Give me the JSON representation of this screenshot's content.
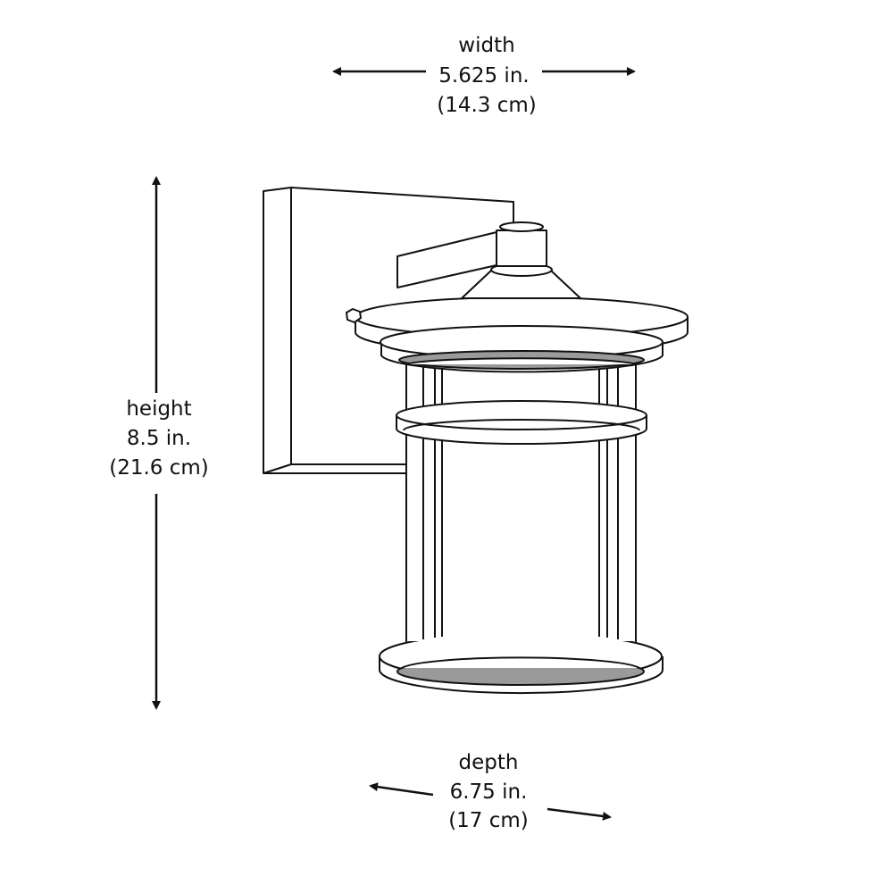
{
  "width": {
    "label": "width",
    "value_in": "5.625 in.",
    "value_cm": "(14.3 cm)"
  },
  "height": {
    "label": "height",
    "value_in": "8.5 in.",
    "value_cm": "(21.6 cm)"
  },
  "depth": {
    "label": "depth",
    "value_in": "6.75 in.",
    "value_cm": "(17 cm)"
  },
  "colors": {
    "line": "#111111",
    "shade": "#9a9a9a"
  }
}
